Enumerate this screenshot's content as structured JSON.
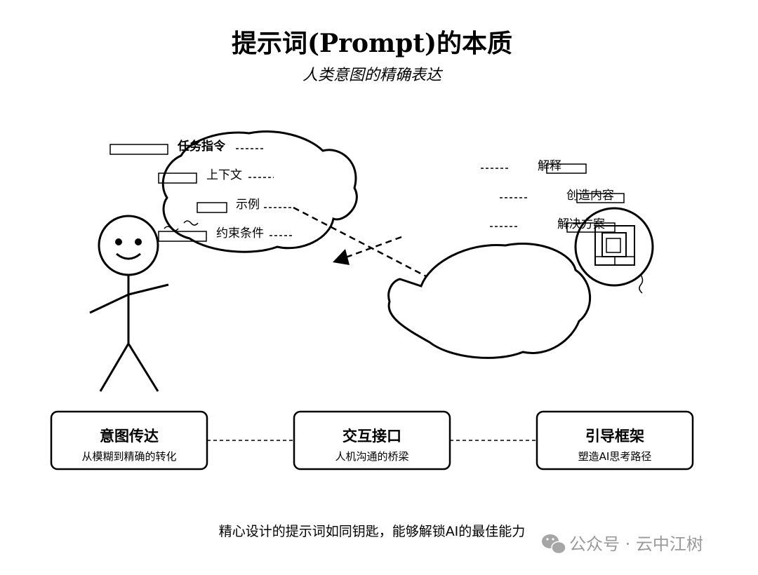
{
  "title": "提示词(Prompt)的本质",
  "subtitle": "人类意图的精确表达",
  "input_cloud": {
    "items": [
      "任务指令",
      "上下文",
      "示例",
      "约束条件"
    ]
  },
  "output_cloud": {
    "items": [
      "解释",
      "创造内容",
      "解决方案"
    ]
  },
  "boxes": [
    {
      "title": "意图传达",
      "subtitle": "从模糊到精确的转化"
    },
    {
      "title": "交互接口",
      "subtitle": "人机沟通的桥梁"
    },
    {
      "title": "引导框架",
      "subtitle": "塑造AI思考路径"
    }
  ],
  "footer": "精心设计的提示词如同钥匙，能够解锁AI的最佳能力",
  "watermark": "公众号 · 云中江树"
}
